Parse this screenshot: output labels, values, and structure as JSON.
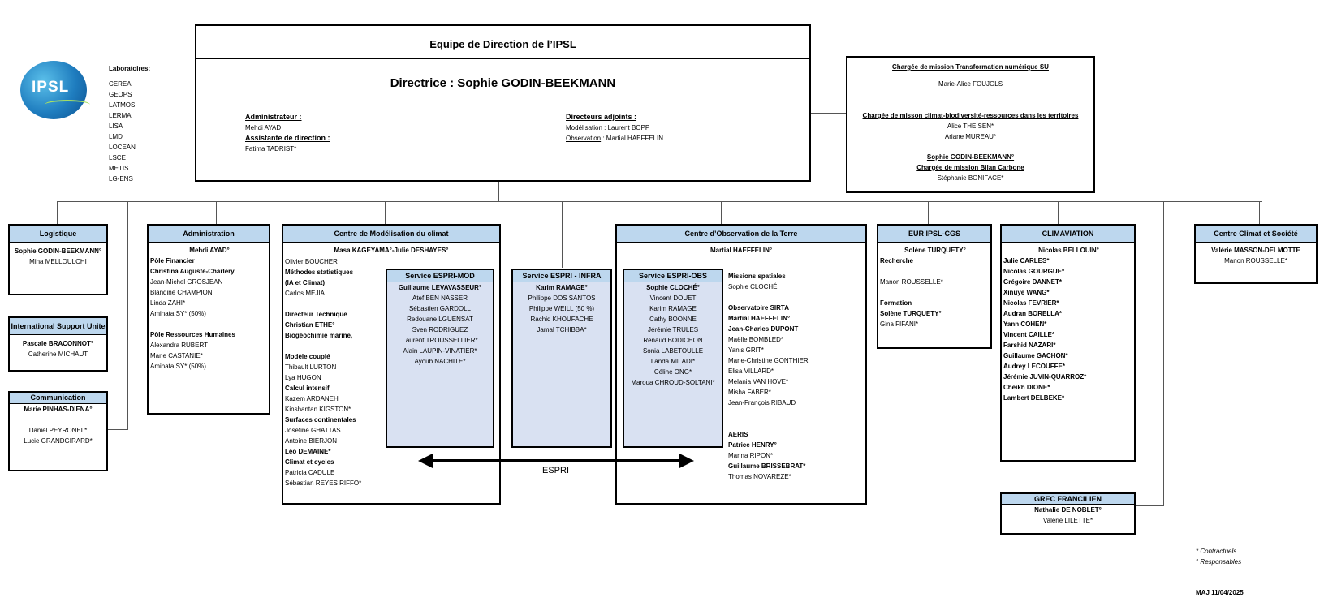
{
  "logo_text": "IPSL",
  "labs": {
    "title": "Laboratoires:",
    "items": [
      "CEREA",
      "GEOPS",
      "LATMOS",
      "LERMA",
      "LISA",
      "LMD",
      "LOCEAN",
      "LSCE",
      "METIS",
      "LG-ENS"
    ]
  },
  "direction": {
    "title": "Equipe de Direction de l’IPSL",
    "directrice": "Directrice : Sophie GODIN-BEEKMANN",
    "admin_label": "Administrateur :",
    "admin_name": "Mehdi AYAD",
    "assistant_label": "Assistante de direction :",
    "assistant_name": "Fatima TADRIST*",
    "adjoints_label": "Directeurs adjoints :",
    "modelisation_label": "Modélisation",
    "modelisation_name": " : Laurent BOPP",
    "observation_label": "Observation",
    "observation_name": " : Martial HAEFFELIN"
  },
  "missions": {
    "m1_title": "Chargée de mission Transformation numérique SU",
    "m1_name": "Marie-Alice FOUJOLS",
    "m2_title": "Chargée de misson climat-biodiversité-ressources dans les territoires",
    "m2_names": [
      "Alice THEISEN*",
      "Ariane MUREAU*"
    ],
    "m3_name": "Sophie GODIN-BEEKMANN°",
    "m3_title": "Chargée de mission Bilan Carbone",
    "m3_member": "Stéphanie BONIFACE*"
  },
  "logistique": {
    "title": "Logistique",
    "lines": [
      {
        "t": "Sophie GODIN-BEEKMANN°",
        "b": true
      },
      {
        "t": "Mina MELLOULCHI",
        "b": false
      }
    ]
  },
  "isu": {
    "title": "International Support Unite",
    "lines": [
      {
        "t": "Pascale BRACONNOT°",
        "b": true
      },
      {
        "t": "Catherine MICHAUT",
        "b": false
      }
    ]
  },
  "communication": {
    "title": "Communication",
    "lines": [
      {
        "t": "Marie PINHAS-DIENA°",
        "b": true
      },
      {
        "t": "",
        "b": false
      },
      {
        "t": "Daniel PEYRONEL*",
        "b": false
      },
      {
        "t": "Lucie GRANDGIRARD*",
        "b": false
      }
    ]
  },
  "administration": {
    "title": "Administration",
    "lines": [
      {
        "t": "Mehdi AYAD°",
        "b": true,
        "c": true
      },
      {
        "t": "Pôle Financier",
        "b": true
      },
      {
        "t": "Christina Auguste-Charlery",
        "b": true
      },
      {
        "t": "Jean-Michel GROSJEAN",
        "b": false
      },
      {
        "t": "Blandine CHAMPION",
        "b": false
      },
      {
        "t": "Linda ZAHI*",
        "b": false
      },
      {
        "t": "Aminata SY* (50%)",
        "b": false
      },
      {
        "t": "",
        "b": false
      },
      {
        "t": "Pôle Ressources Humaines",
        "b": true
      },
      {
        "t": "Alexandra RUBERT",
        "b": false
      },
      {
        "t": "Marie CASTANIE*",
        "b": false
      },
      {
        "t": "Aminata SY* (50%)",
        "b": false
      }
    ]
  },
  "cmc": {
    "title": "Centre de Modélisation du climat",
    "head": "Masa KAGEYAMA°-Julie DESHAYES°",
    "lines": [
      {
        "t": "Olivier BOUCHER",
        "b": false
      },
      {
        "t": "Méthodes statistiques",
        "b": true
      },
      {
        "t": "(IA et Climat)",
        "b": true
      },
      {
        "t": "Carlos MEJIA",
        "b": false
      },
      {
        "t": "",
        "b": false
      },
      {
        "t": "Directeur Technique",
        "b": true
      },
      {
        "t": "Christian ETHE°",
        "b": true
      },
      {
        "t": "Biogéochimie marine,",
        "b": true
      },
      {
        "t": "",
        "b": false
      },
      {
        "t": "Modèle couplé",
        "b": true
      },
      {
        "t": "Thibault LURTON",
        "b": false
      },
      {
        "t": "Lya HUGON",
        "b": false
      },
      {
        "t": "Calcul intensif",
        "b": true
      },
      {
        "t": "Kazem ARDANEH",
        "b": false
      },
      {
        "t": "Kinshantan KIGSTON*",
        "b": false
      },
      {
        "t": "Surfaces continentales",
        "b": true
      },
      {
        "t": "Josefine GHATTAS",
        "b": false
      },
      {
        "t": "Antoine BIERJON",
        "b": false
      },
      {
        "t": "Léo DEMAINE*",
        "b": true
      },
      {
        "t": "Climat et cycles",
        "b": true
      },
      {
        "t": "Patricia CADULE",
        "b": false
      },
      {
        "t": "Sébastian REYES RIFFO*",
        "b": false
      }
    ]
  },
  "espri_mod": {
    "title": "Service ESPRI-MOD",
    "lines": [
      {
        "t": "Guillaume LEVAVASSEUR°",
        "b": true
      },
      {
        "t": "Atef BEN NASSER",
        "b": false
      },
      {
        "t": "Sébastien GARDOLL",
        "b": false
      },
      {
        "t": "Redouane LGUENSAT",
        "b": false
      },
      {
        "t": "Sven RODRIGUEZ",
        "b": false
      },
      {
        "t": "Laurent TROUSSELLIER*",
        "b": false
      },
      {
        "t": "Alain LAUPIN-VINATIER*",
        "b": false
      },
      {
        "t": "Ayoub NACHITE*",
        "b": false
      }
    ]
  },
  "espri_infra": {
    "title": "Service ESPRI - INFRA",
    "lines": [
      {
        "t": "Karim RAMAGE°",
        "b": true
      },
      {
        "t": "Philippe DOS SANTOS",
        "b": false
      },
      {
        "t": "Philippe WEILL (50 %)",
        "b": false
      },
      {
        "t": "Rachid KHOUFACHE",
        "b": false
      },
      {
        "t": "Jamal TCHIBBA*",
        "b": false
      }
    ]
  },
  "espri_label": "ESPRI",
  "cot": {
    "title": "Centre d’Observation de la Terre",
    "head": "Martial HAEFFELIN°",
    "lines": [
      {
        "t": "Missions spatiales",
        "b": true
      },
      {
        "t": "Sophie CLOCHÉ",
        "b": false
      },
      {
        "t": "",
        "b": false
      },
      {
        "t": "Observatoire SIRTA",
        "b": true
      },
      {
        "t": "Martial HAEFFELIN°",
        "b": true
      },
      {
        "t": "Jean-Charles DUPONT",
        "b": true
      },
      {
        "t": "Maëlle BOMBLED*",
        "b": false
      },
      {
        "t": "Yanis GRIT*",
        "b": false
      },
      {
        "t": "Marie-Christine GONTHIER",
        "b": false
      },
      {
        "t": "Elisa VILLARD*",
        "b": false
      },
      {
        "t": "Melania VAN HOVE*",
        "b": false
      },
      {
        "t": "Misha FABER*",
        "b": false
      },
      {
        "t": "Jean-François RIBAUD",
        "b": false
      },
      {
        "t": "",
        "b": false
      },
      {
        "t": "",
        "b": false
      },
      {
        "t": "AERIS",
        "b": true
      },
      {
        "t": "Patrice HENRY°",
        "b": true
      },
      {
        "t": "Marina RIPON*",
        "b": false
      },
      {
        "t": "Guillaume BRISSEBRAT*",
        "b": true
      },
      {
        "t": "Thomas NOVAREZE*",
        "b": false
      }
    ]
  },
  "espri_obs": {
    "title": "Service ESPRI-OBS",
    "lines": [
      {
        "t": "Sophie CLOCHÉ°",
        "b": true
      },
      {
        "t": "Vincent DOUET",
        "b": false
      },
      {
        "t": "Karim RAMAGE",
        "b": false
      },
      {
        "t": "Cathy BOONNE",
        "b": false
      },
      {
        "t": "Jérémie TRULES",
        "b": false
      },
      {
        "t": "Renaud BODICHON",
        "b": false
      },
      {
        "t": "Sonia LABETOULLE",
        "b": false
      },
      {
        "t": "Landa MILADI*",
        "b": false
      },
      {
        "t": "Céline ONG*",
        "b": false
      },
      {
        "t": "Maroua CHROUD-SOLTANI*",
        "b": false
      }
    ]
  },
  "eur": {
    "title": "EUR IPSL-CGS",
    "lines": [
      {
        "t": "Solène TURQUETY°",
        "b": true,
        "c": true
      },
      {
        "t": "Recherche",
        "b": true
      },
      {
        "t": "",
        "b": false
      },
      {
        "t": "Manon ROUSSELLE*",
        "b": false
      },
      {
        "t": "",
        "b": false
      },
      {
        "t": "Formation",
        "b": true
      },
      {
        "t": "Solène TURQUETY°",
        "b": true
      },
      {
        "t": "Gina FIFANI*",
        "b": false
      }
    ]
  },
  "climaviation": {
    "title": "CLIMAVIATION",
    "lines": [
      {
        "t": "Nicolas BELLOUIN°",
        "b": true,
        "c": true
      },
      {
        "t": "Julie CARLES*",
        "b": true
      },
      {
        "t": "Nicolas GOURGUE*",
        "b": true
      },
      {
        "t": "Grégoire DANNET*",
        "b": true
      },
      {
        "t": "Xinuye WANG*",
        "b": true
      },
      {
        "t": "Nicolas FEVRIER*",
        "b": true
      },
      {
        "t": "Audran BORELLA*",
        "b": true
      },
      {
        "t": "Yann COHEN*",
        "b": true
      },
      {
        "t": "Vincent CAILLE*",
        "b": true
      },
      {
        "t": "Farshid NAZARI*",
        "b": true
      },
      {
        "t": "Guillaume GACHON*",
        "b": true
      },
      {
        "t": "Audrey LECOUFFE*",
        "b": true
      },
      {
        "t": "Jérémie JUVIN-QUARROZ*",
        "b": true
      },
      {
        "t": "Cheikh DIONE*",
        "b": true
      },
      {
        "t": "Lambert DELBEKE*",
        "b": true
      }
    ]
  },
  "ccs": {
    "title": "Centre Climat et Société",
    "lines": [
      {
        "t": "Valérie MASSON-DELMOTTE",
        "b": true
      },
      {
        "t": "Manon ROUSSELLE*",
        "b": false
      }
    ]
  },
  "grec": {
    "title": "GREC FRANCILIEN",
    "lines": [
      {
        "t": "Nathalie DE NOBLET°",
        "b": true
      },
      {
        "t": "Valérie LILETTE*",
        "b": false
      }
    ]
  },
  "legend": {
    "l1": "* Contractuels",
    "l2": "° Responsables",
    "update": "MAJ 11/04/2025"
  }
}
